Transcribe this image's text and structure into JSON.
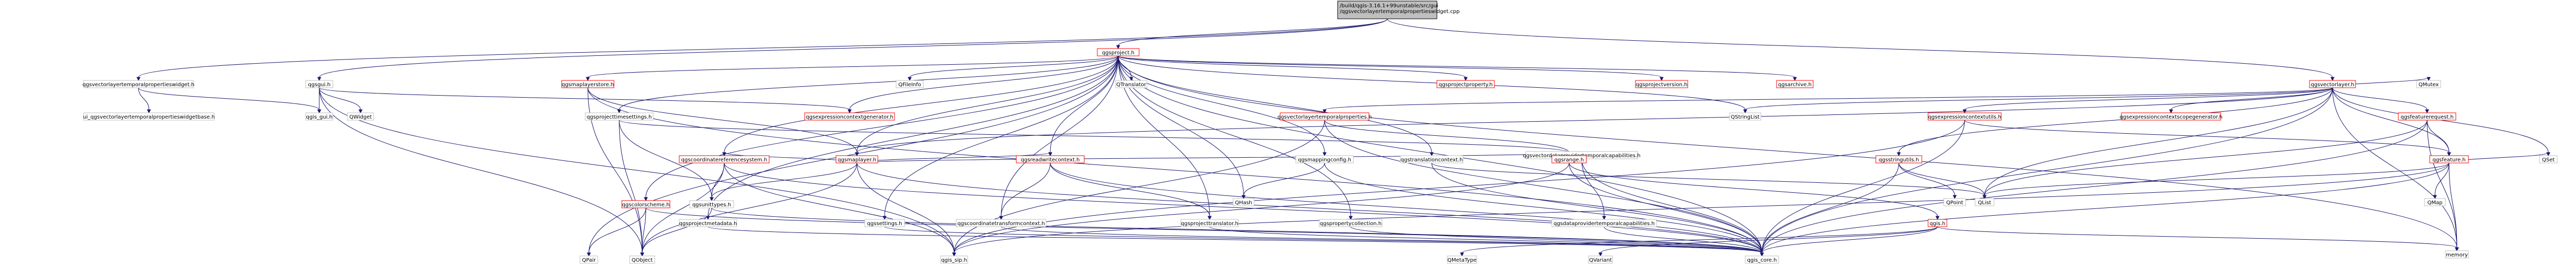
{
  "root": {
    "lines": [
      "/build/qgis-3.16.1+99unstable/src/gui",
      "/qgsvectorlayertemporalpropertieswidget.cpp"
    ]
  },
  "nodes": {
    "qgsproject_h": "qgsproject.h",
    "widget_h": "qgsvectorlayertemporalpropertieswidget.h",
    "qgsgui_h": "qgsgui.h",
    "vectorlayer_h": "qgsvectorlayer.h",
    "ui_widgetbase_h": "ui_qgsvectorlayertemporalpropertieswidgetbase.h",
    "qgis_gui_h": "qgis_gui.h",
    "QWidget": "QWidget",
    "maplayerstore_h": "qgsmaplayerstore.h",
    "QFileInfo": "QFileInfo",
    "QTranslator": "QTranslator",
    "projectproperty_h": "qgsprojectproperty.h",
    "projectversion_h": "qgsprojectversion.h",
    "qgsarchive_h": "qgsarchive.h",
    "QMutex": "QMutex",
    "QStringList": "QStringList",
    "ctxgen_h": "qgsexpressioncontextgenerator.h",
    "projecttimesettings_h": "qgsprojecttimesettings.h",
    "maplayer_h": "qgsmaplayer.h",
    "vltemporalprops_h": "qgsvectorlayertemporalproperties.h",
    "vdptempcaps_h": "qgsvectordataprovidertemporalcapabilities.h",
    "expressioncontextutils_h": "qgsexpressioncontextutils.h",
    "ctxscopegen_h": "qgsexpressioncontextscopegenerator.h",
    "featurerequest_h": "qgsfeaturerequest.h",
    "coordrefsys_h": "qgscoordinatereferencesystem.h",
    "readwritecontext_h": "qgsreadwritecontext.h",
    "mapping_config_h": "qgsmappingconfig.h",
    "translationcontext_h": "qgstranslationcontext.h",
    "qgsrange_h": "qgsrange.h",
    "stringutils_h": "qgsstringutils.h",
    "qgsfeature_h": "qgsfeature.h",
    "QSet": "QSet",
    "colorscheme_h": "qgscolorscheme.h",
    "unittypes_h": "qgsunittypes.h",
    "projectmetadata_h": "qgsprojectmetadata.h",
    "qgssettings_h": "qgssettings.h",
    "coordtransformctx_h": "qgscoordinatetransformcontext.h",
    "projecttranslator_h": "qgsprojecttranslator.h",
    "propertycollection_h": "qgspropertycollection.h",
    "dataprovtempcaps_h": "qgsdataprovidertemporalcapabilities.h",
    "qgis_h": "qgis.h",
    "QHash": "QHash",
    "QPoint": "QPoint",
    "QList": "QList",
    "QMap": "QMap",
    "memory": "memory",
    "QPair": "QPair",
    "QObject": "QObject",
    "qgis_sip_h": "qgis_sip.h",
    "qgis_core_h": "qgis_core.h",
    "QVariant": "QVariant",
    "QMetaType": "QMetaType"
  }
}
